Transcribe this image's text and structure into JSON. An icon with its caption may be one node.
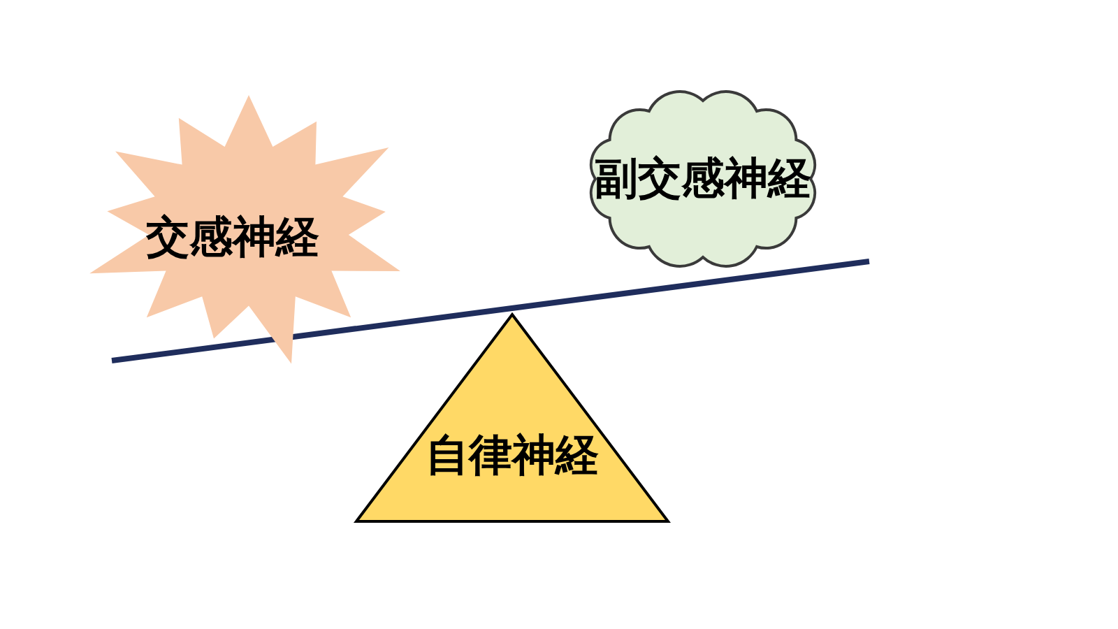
{
  "diagram": {
    "nodes": [
      {
        "text": [
          "交感神経"
        ]
      },
      {
        "text": [
          "副交感神経"
        ]
      },
      {
        "text": [
          "自律神経"
        ]
      }
    ]
  }
}
